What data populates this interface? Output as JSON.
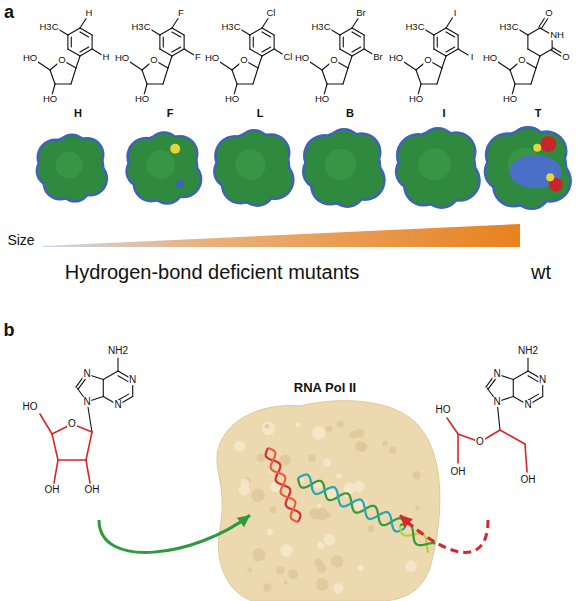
{
  "diagram": {
    "nodes": [
      {
        "text": [
          "NH2",
          "N",
          "N",
          "N",
          "N",
          "O",
          "HO",
          "OH",
          "OH"
        ]
      },
      {
        "text": [
          "RNA Pol II"
        ]
      },
      {
        "text": [
          "NH2",
          "N",
          "N",
          "N",
          "N",
          "O",
          "HO",
          "OH",
          "OH"
        ]
      }
    ],
    "edges": [
      {
        "from": 0,
        "to": 1,
        "arrow": "to"
      },
      {
        "from": 2,
        "to": 1,
        "arrow": "to"
      }
    ],
    "labels": [
      "a",
      "H",
      "F",
      "L",
      "B",
      "I",
      "T",
      "Size",
      "Hydrogen-bond deficient mutants",
      "wt",
      "b",
      "H3C",
      "H",
      "H",
      "O",
      "HO",
      "HO",
      "H3C",
      "F",
      "F",
      "O",
      "HO",
      "HO",
      "H3C",
      "Cl",
      "Cl",
      "O",
      "HO",
      "HO",
      "H3C",
      "Br",
      "Br",
      "O",
      "HO",
      "HO",
      "H3C",
      "I",
      "I",
      "O",
      "HO",
      "HO",
      "H3C",
      "O",
      "NH",
      "O",
      "O",
      "HO",
      "HO"
    ]
  }
}
